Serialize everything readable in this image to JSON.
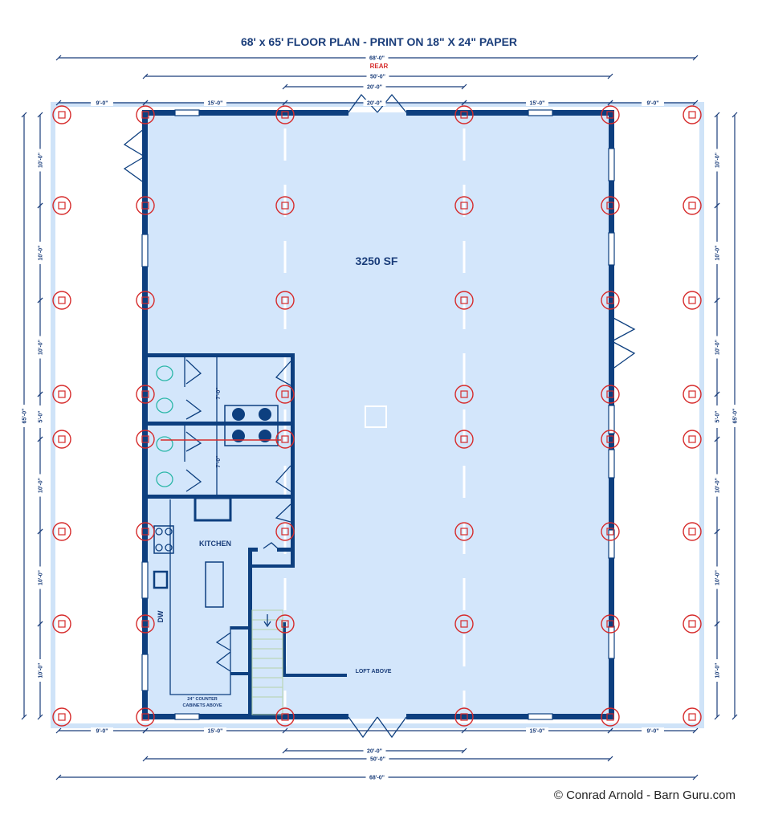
{
  "title": "68' x 65' FLOOR PLAN -  PRINT ON 18\" X 24\" PAPER",
  "rear_label": "REAR",
  "area_label": "3250 SF",
  "rooms": {
    "kitchen": "KITCHEN",
    "dishwasher": "DW",
    "counter_line1": "24\" COUNTER",
    "counter_line2": "CABINETS ABOVE",
    "loft": "LOFT ABOVE",
    "restroom_dim": "7'-0\""
  },
  "dimensions": {
    "overall_width": "68'-0\"",
    "building_width": "50'-0\"",
    "center_bay": "20'-0\"",
    "top_segments": [
      "9'-0\"",
      "15'-0\"",
      "20'-0\"",
      "15'-0\"",
      "9'-0\""
    ],
    "bottom_segments": [
      "9'-0\"",
      "15'-0\"",
      "15'-0\"",
      "9'-0\""
    ],
    "side_segments": [
      "10'-0\"",
      "10'-0\"",
      "10'-0\"",
      "5'-0\"",
      "10'-0\"",
      "10'-0\"",
      "10'-0\""
    ],
    "overall_depth": "65'-0\""
  },
  "credit": "© Conrad Arnold - Barn Guru.com",
  "colors": {
    "wall": "#0d3f7f",
    "floor": "#d3e6fb",
    "post": "#d62b2b",
    "rear": "#d62b2b"
  }
}
